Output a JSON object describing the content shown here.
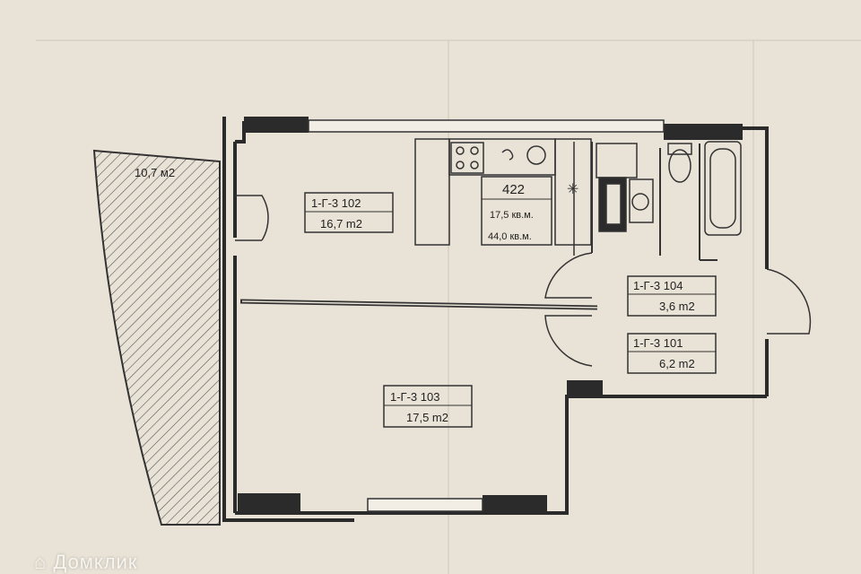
{
  "plan": {
    "apartment_number": "422",
    "living_area": "17,5 кв.м.",
    "total_area": "44,0 кв.м.",
    "balcony_area": "10,7 м2",
    "rooms": [
      {
        "code": "1-Г-3 102",
        "area": "16,7 m2"
      },
      {
        "code": "1-Г-3 103",
        "area": "17,5 m2"
      },
      {
        "code": "1-Г-3 104",
        "area": "3,6 m2"
      },
      {
        "code": "1-Г-3 101",
        "area": "6,2 m2"
      }
    ]
  },
  "watermark": {
    "logo": "Домклик"
  },
  "colors": {
    "paper": "#e9e2d6",
    "wall": "#2b2b2b",
    "line": "#333333"
  }
}
